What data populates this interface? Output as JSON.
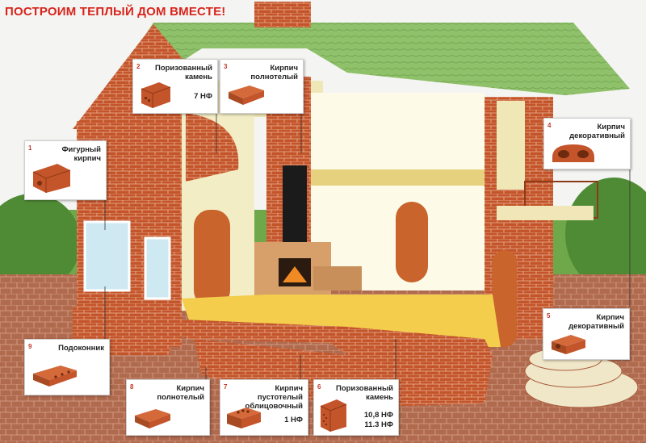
{
  "headline": "ПОСТРОИМ ТЕПЛЫЙ ДОМ ВМЕСТЕ!",
  "products": [
    {
      "num": "1",
      "name": "Фигурный\nкирпич",
      "spec": "",
      "icon": "shaped-brick-icon"
    },
    {
      "num": "2",
      "name": "Поризованный\nкамень",
      "spec": "7 НФ",
      "icon": "porous-block-icon"
    },
    {
      "num": "3",
      "name": "Кирпич\nполнотелый",
      "spec": "",
      "icon": "solid-brick-icon"
    },
    {
      "num": "4",
      "name": "Кирпич\nдекоративный",
      "spec": "",
      "icon": "decorative-brick-icon"
    },
    {
      "num": "5",
      "name": "Кирпич\nдекоративный",
      "spec": "",
      "icon": "decorative-brick-icon"
    },
    {
      "num": "6",
      "name": "Поризованный\nкамень",
      "spec": "10,8 НФ",
      "spec2": "11.3 НФ",
      "icon": "porous-block-icon"
    },
    {
      "num": "7",
      "name": "Кирпич\nпустотелый\nоблицовочный",
      "spec": "1 НФ",
      "icon": "hollow-brick-icon"
    },
    {
      "num": "8",
      "name": "Кирпич\nполнотелый",
      "spec": "",
      "icon": "solid-brick-icon"
    },
    {
      "num": "9",
      "name": "Подоконник",
      "spec": "",
      "icon": "sill-brick-icon"
    }
  ],
  "colors": {
    "accent": "#d8241c",
    "brick": "#c4542a",
    "roof": "#8fc06a",
    "floor": "#f2c23a"
  }
}
